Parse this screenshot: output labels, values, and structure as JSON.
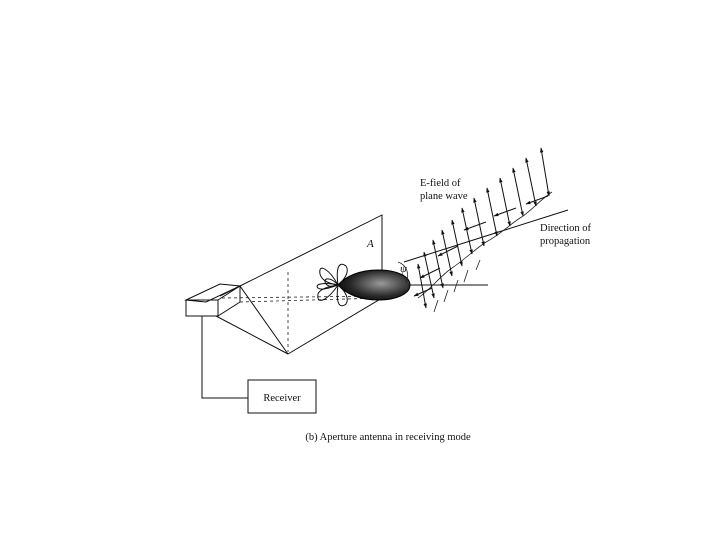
{
  "diagram": {
    "labels": {
      "efield_line1": "E-field of",
      "efield_line2": "plane wave",
      "direction_line1": "Direction of",
      "direction_line2": "propagation",
      "aperture_symbol": "A",
      "angle_symbol": "ψ",
      "receiver": "Receiver",
      "caption": "(b) Aperture antenna in receiving mode"
    },
    "colors": {
      "ink": "#111111",
      "background": "#ffffff"
    }
  }
}
